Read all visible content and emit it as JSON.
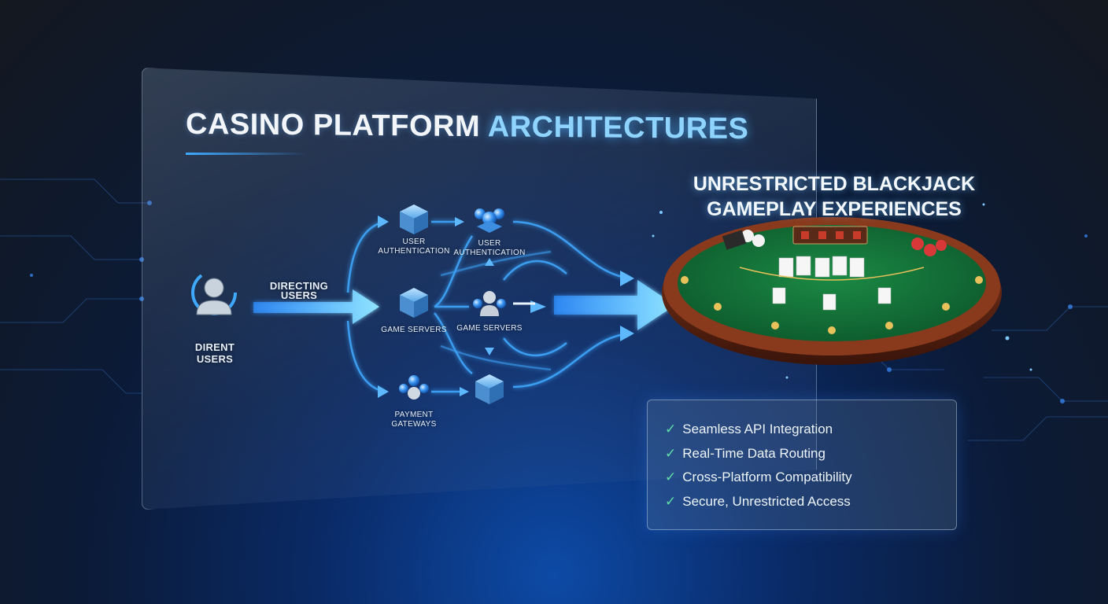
{
  "title": {
    "part1": "CASINO PLATFORM",
    "part2": "ARCHITECTURES"
  },
  "heading_right": {
    "line1": "UNRESTRICTED BLACKJACK",
    "line2": "GAMEPLAY EXPERIENCES"
  },
  "flow": {
    "source_label": "DIRENT USERS",
    "arrow_label": "DIRECTING USERS",
    "column1": [
      "USER AUTHENTICATION",
      "GAME SERVERS",
      "PAYMENT GATEWAYS"
    ],
    "column2": [
      "USER AUTHENTICATION",
      "GAME SERVERS"
    ]
  },
  "features": [
    "Seamless API Integration",
    "Real-Time Data Routing",
    "Cross-Platform Compatibility",
    "Secure, Unrestricted Access"
  ],
  "colors": {
    "accent": "#8fd3ff",
    "arrow": "#3fa9ff",
    "felt": "#12733a",
    "wood": "#6b2a16",
    "check": "#5ee0a8"
  },
  "icons": [
    "user-icon",
    "cube-icon",
    "node-cluster-icon",
    "table-icon",
    "check-icon"
  ]
}
